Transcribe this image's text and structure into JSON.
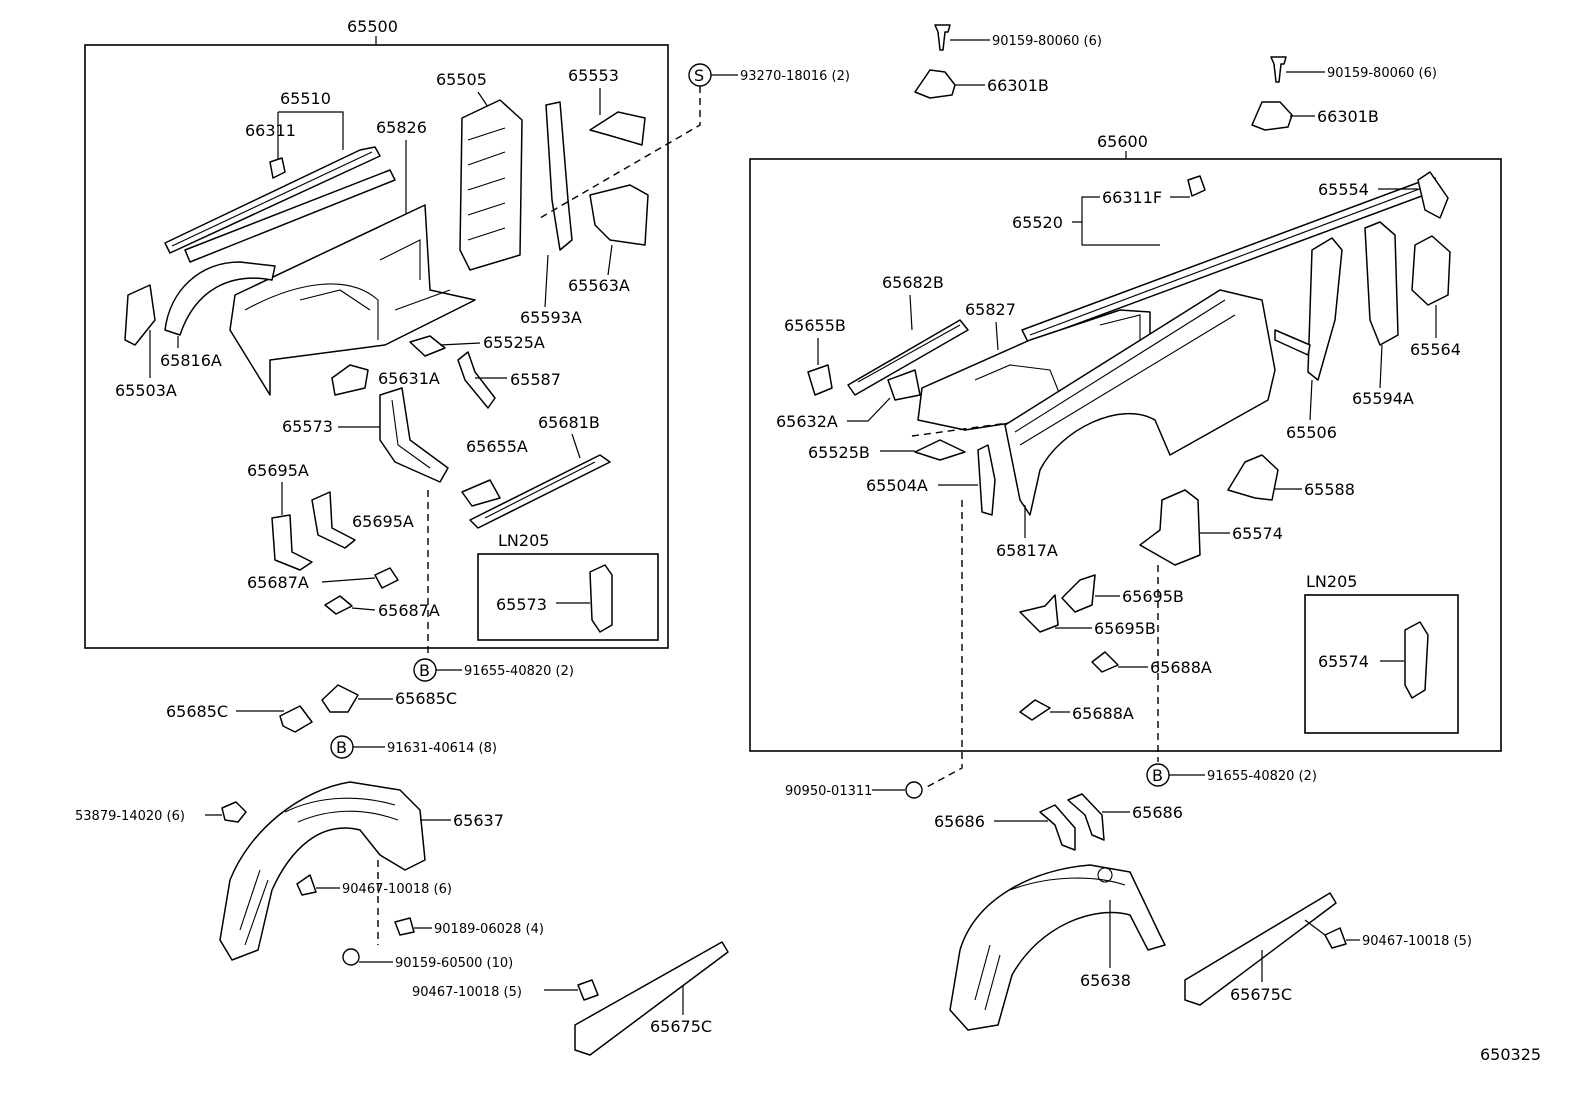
{
  "left_group": {
    "assembly": "65500",
    "parts": {
      "p65510": "65510",
      "p66311": "66311",
      "p65826": "65826",
      "p65505": "65505",
      "p65553": "65553",
      "p65563a": "65563A",
      "p65593a": "65593A",
      "p65816a": "65816A",
      "p65503a": "65503A",
      "p65525a": "65525A",
      "p65631a": "65631A",
      "p65587": "65587",
      "p65573": "65573",
      "p65655a": "65655A",
      "p65681b": "65681B",
      "p65695a_1": "65695A",
      "p65695a_2": "65695A",
      "p65687a_1": "65687A",
      "p65687a_2": "65687A"
    },
    "inset": {
      "title": "LN205",
      "part": "65573"
    }
  },
  "right_group": {
    "assembly": "65600",
    "parts": {
      "p65520": "65520",
      "p66311f": "66311F",
      "p65554": "65554",
      "p65682b": "65682B",
      "p65827": "65827",
      "p65655b": "65655B",
      "p65632a": "65632A",
      "p65525b": "65525B",
      "p65504a": "65504A",
      "p65817a": "65817A",
      "p65506": "65506",
      "p65594a": "65594A",
      "p65564": "65564",
      "p65588": "65588",
      "p65574": "65574",
      "p65695b_1": "65695B",
      "p65695b_2": "65695B",
      "p65688a_1": "65688A",
      "p65688a_2": "65688A"
    },
    "inset": {
      "title": "LN205",
      "part": "65574"
    }
  },
  "fasteners": {
    "screw_top_left": "90159-80060 (6)",
    "bracket_top_left": "66301B",
    "screw_top_right": "90159-80060 (6)",
    "bracket_top_right": "66301B",
    "s_marker": "S",
    "s_part": "93270-18016 (2)",
    "b_left_marker": "B",
    "b_left_part": "91655-40820 (2)",
    "clip_65685c_left": "65685C",
    "clip_65685c_right": "65685C",
    "b_lower_marker": "B",
    "b_lower_part": "91631-40614 (8)",
    "b_right_marker": "B",
    "b_right_part": "91655-40820 (2)",
    "plug_right": "90950-01311"
  },
  "lower_left": {
    "clip": "53879-14020 (6)",
    "liner": "65637",
    "pin1": "90467-10018 (6)",
    "screw1": "90189-06028 (4)",
    "bolt": "90159-60500 (10)",
    "pin2": "90467-10018 (5)",
    "flap": "65675C"
  },
  "lower_right": {
    "bracket_a": "65686",
    "bracket_b": "65686",
    "liner": "65638",
    "pin": "90467-10018 (5)",
    "flap": "65675C"
  },
  "footer": {
    "ref": "650325"
  }
}
